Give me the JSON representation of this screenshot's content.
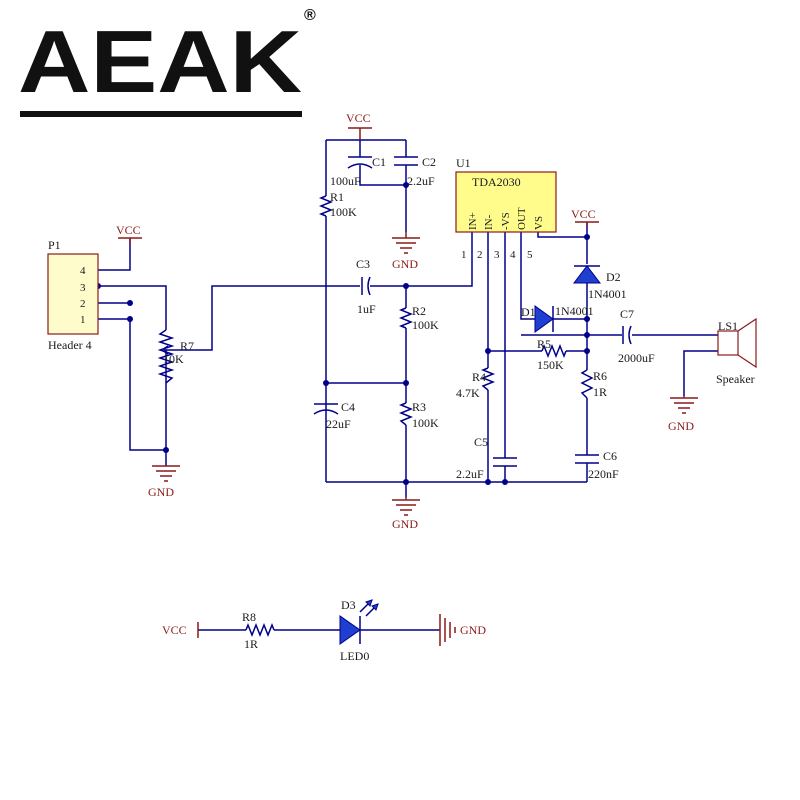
{
  "brand": {
    "logo_text": "AEAK",
    "registered_mark": "®"
  },
  "labels": {
    "vcc": "VCC",
    "gnd": "GND"
  },
  "header": {
    "ref": "P1",
    "name": "Header 4",
    "pins": [
      "4",
      "3",
      "2",
      "1"
    ]
  },
  "amp": {
    "ref": "U1",
    "part": "TDA2030",
    "pins": [
      "IN+",
      "IN-",
      "-VS",
      "OUT",
      "VS"
    ],
    "pin_numbers": [
      "1",
      "2",
      "3",
      "4",
      "5"
    ]
  },
  "components": {
    "r1": {
      "ref": "R1",
      "value": "100K"
    },
    "r2": {
      "ref": "R2",
      "value": "100K"
    },
    "r3": {
      "ref": "R3",
      "value": "100K"
    },
    "r4": {
      "ref": "R4",
      "value": "4.7K"
    },
    "r5": {
      "ref": "R5",
      "value": "150K"
    },
    "r6": {
      "ref": "R6",
      "value": "1R"
    },
    "r7": {
      "ref": "R7",
      "value": "10K"
    },
    "r8": {
      "ref": "R8",
      "value": "1R"
    },
    "c1": {
      "ref": "C1",
      "value": "100uF"
    },
    "c2": {
      "ref": "C2",
      "value": "2.2uF"
    },
    "c3": {
      "ref": "C3",
      "value": "1uF"
    },
    "c4": {
      "ref": "C4",
      "value": "22uF"
    },
    "c5": {
      "ref": "C5",
      "value": "2.2uF"
    },
    "c6": {
      "ref": "C6",
      "value": "220nF"
    },
    "c7": {
      "ref": "C7",
      "value": "2000uF"
    },
    "d1": {
      "ref": "D1",
      "value": "1N4001"
    },
    "d2": {
      "ref": "D2",
      "value": "1N4001"
    },
    "d3": {
      "ref": "D3",
      "value": "LED0"
    },
    "ls1": {
      "ref": "LS1",
      "value": "Speaker"
    }
  }
}
